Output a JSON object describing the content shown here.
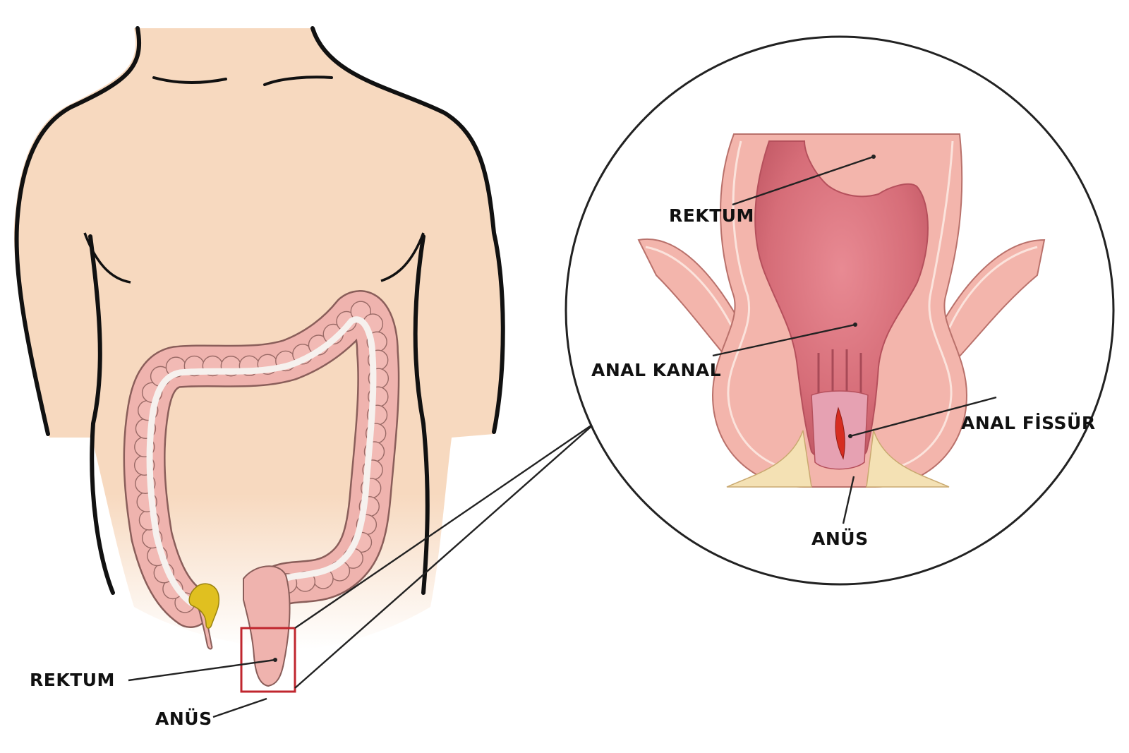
{
  "labels": {
    "body_rektum": "REKTUM",
    "body_anus": "ANÜS",
    "zoom_rektum": "REKTUM",
    "zoom_anal_kanal": "ANAL KANAL",
    "zoom_anal_fissur": "ANAL FİSSÜR",
    "zoom_anus": "ANÜS"
  },
  "colors": {
    "skin": "#f7d9bf",
    "colon": "#efb3ae",
    "rectum_lumen": "#d9707c",
    "fissure": "#d62d20",
    "highlight_box": "#c0262e",
    "stool": "#e0c020"
  }
}
